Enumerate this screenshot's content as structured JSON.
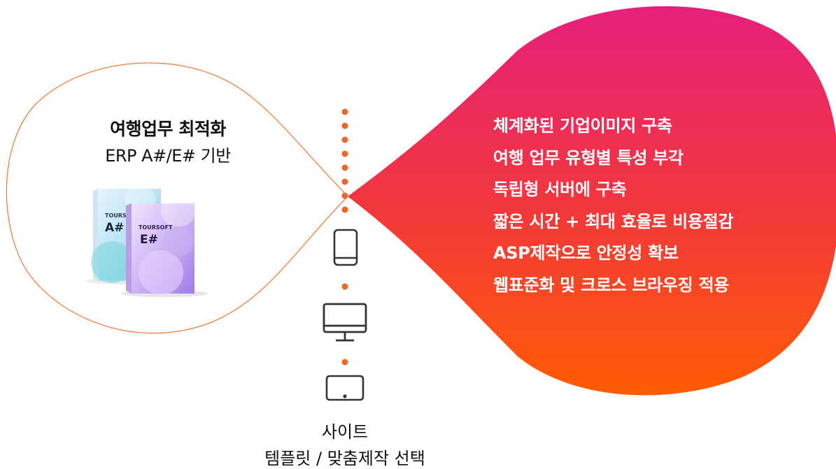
{
  "left_bubble": {
    "title": "여행업무 최적화",
    "subtitle": "ERP A#/E# 기반"
  },
  "product_boxes": [
    {
      "brand": "TOURSOFT",
      "name": "A#"
    },
    {
      "brand": "TOURSOFT",
      "name": "E#"
    }
  ],
  "features": [
    "체계화된 기업이미지 구축",
    "여행 업무 유형별 특성 부각",
    "독립형 서버에 구축",
    "짧은 시간 + 최대 효율로 비용절감",
    "ASP제작으로 안정성 확보",
    "웹표준화 및 크로스 브라우징 적용"
  ],
  "devices": [
    "smartphone-icon",
    "desktop-monitor-icon",
    "tablet-icon"
  ],
  "caption": {
    "line1": "사이트",
    "line2": "템플릿 / 맞춤제작 선택"
  },
  "colors": {
    "accent_orange": "#f26522",
    "gradient_top": "#e8207a",
    "gradient_bottom": "#ff5a0a"
  }
}
